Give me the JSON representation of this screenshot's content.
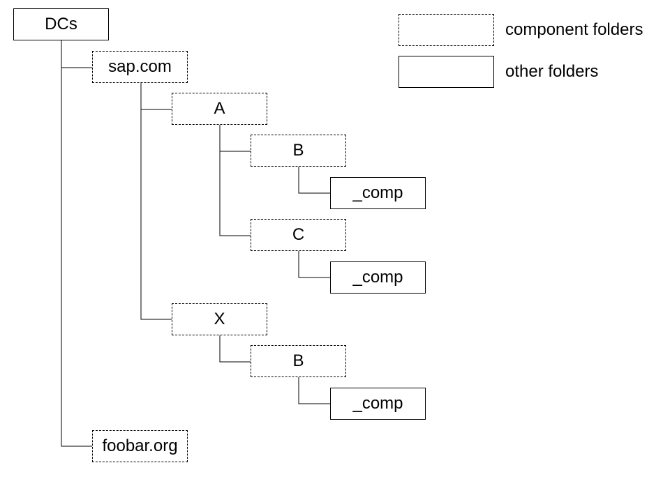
{
  "tree": {
    "root": {
      "label": "DCs",
      "kind": "other"
    },
    "sap": {
      "label": "sap.com",
      "kind": "component"
    },
    "a": {
      "label": "A",
      "kind": "component"
    },
    "a_b": {
      "label": "B",
      "kind": "component"
    },
    "a_b_comp": {
      "label": "_comp",
      "kind": "other"
    },
    "a_c": {
      "label": "C",
      "kind": "component"
    },
    "a_c_comp": {
      "label": "_comp",
      "kind": "other"
    },
    "x": {
      "label": "X",
      "kind": "component"
    },
    "x_b": {
      "label": "B",
      "kind": "component"
    },
    "x_b_comp": {
      "label": "_comp",
      "kind": "other"
    },
    "foobar": {
      "label": "foobar.org",
      "kind": "component"
    }
  },
  "legend": {
    "component": "component folders",
    "other": "other folders"
  }
}
